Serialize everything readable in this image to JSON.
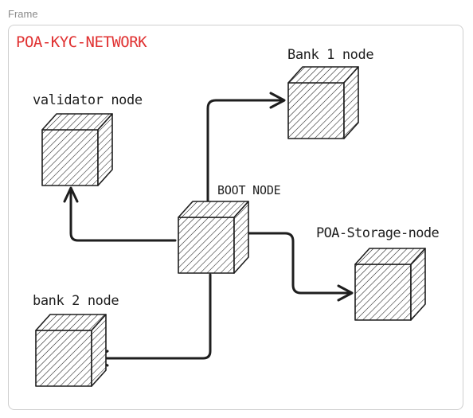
{
  "frame": {
    "label": "Frame",
    "title": "POA-KYC-NETWORK"
  },
  "nodes": {
    "bank1": "Bank 1 node",
    "validator": "validator node",
    "boot": "BOOT NODE",
    "storage": "POA-Storage-node",
    "bank2": "bank 2 node"
  },
  "colors": {
    "title": "#e03131",
    "stroke": "#1e1e1e",
    "frame_border": "#cfcfcf",
    "frame_label": "#8a8a8a"
  }
}
